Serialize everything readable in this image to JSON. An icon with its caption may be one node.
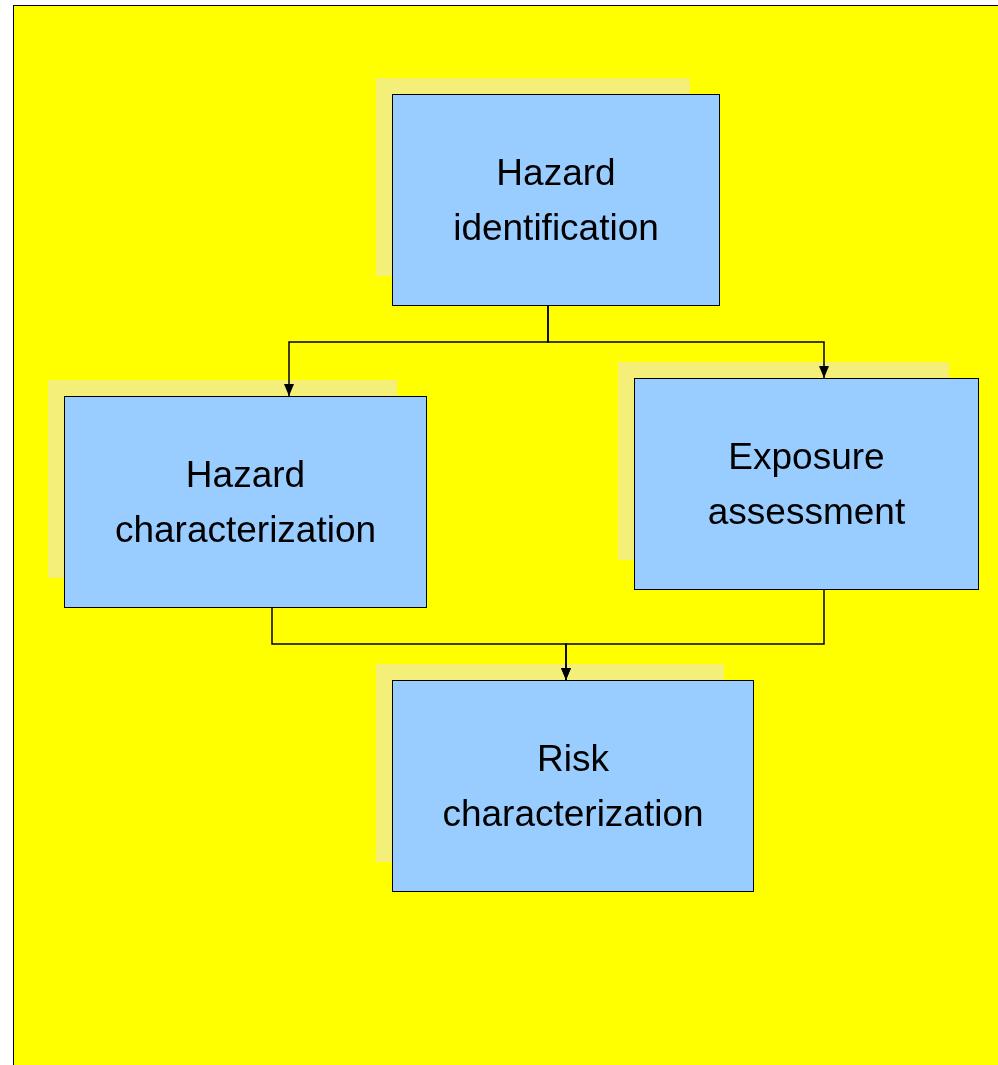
{
  "diagram": {
    "nodes": [
      {
        "text": [
          "Hazard identification"
        ]
      },
      {
        "text": [
          "Hazard characterization"
        ]
      },
      {
        "text": [
          "Exposure assessment"
        ]
      },
      {
        "text": [
          "Risk characterization"
        ]
      }
    ],
    "edges": [
      {
        "from": 0,
        "to": 1,
        "arrow": "to"
      },
      {
        "from": 0,
        "to": 2,
        "arrow": "to"
      },
      {
        "from": 1,
        "to": 3,
        "arrow": "to"
      },
      {
        "from": 2,
        "to": 3,
        "arrow": "to"
      }
    ]
  }
}
